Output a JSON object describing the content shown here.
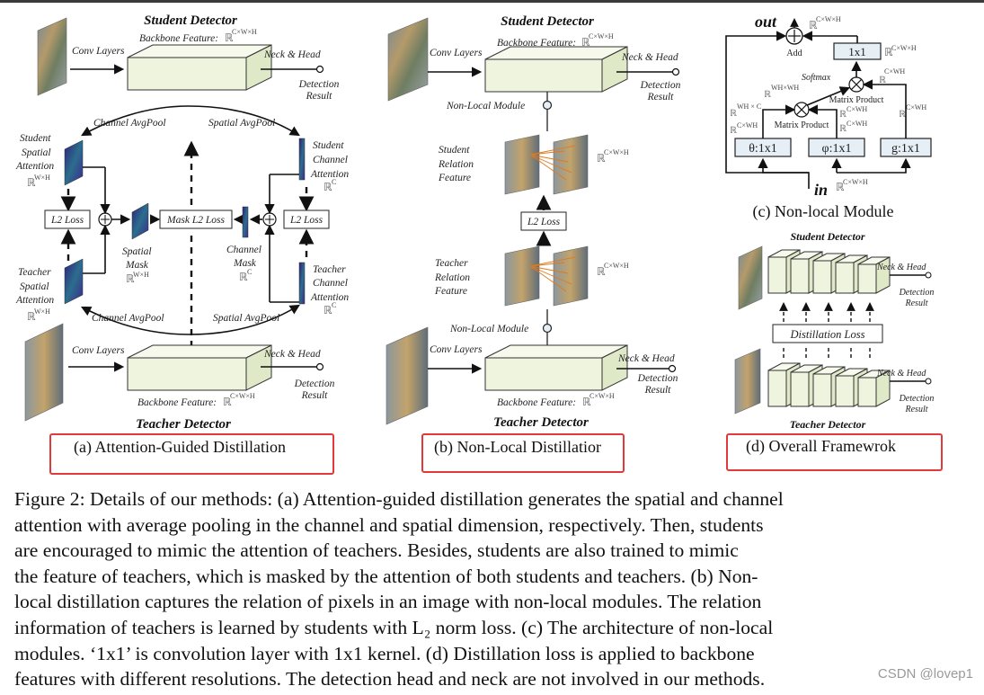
{
  "figure": {
    "a": {
      "student_title": "Student Detector",
      "teacher_title": "Teacher Detector",
      "conv_layers": "Conv Layers",
      "backbone_feature": "Backbone Feature:",
      "neck_head": "Neck & Head",
      "detection": "Detection",
      "result": "Result",
      "channel_avgpool": "Channel AvgPool",
      "spatial_avgpool": "Spatial AvgPool",
      "student_spatial_attention": [
        "Student",
        "Spatial",
        "Attention"
      ],
      "student_channel_attention": [
        "Student",
        "Channel",
        "Attention"
      ],
      "teacher_spatial_attention": [
        "Teacher",
        "Spatial",
        "Attention"
      ],
      "teacher_channel_attention": [
        "Teacher",
        "Channel",
        "Attention"
      ],
      "spatial_mask": [
        "Spatial",
        "Mask"
      ],
      "channel_mask": [
        "Channel",
        "Mask"
      ],
      "l2_loss": "L2 Loss",
      "mask_l2_loss": "Mask L2 Loss",
      "dim_cwh": "C×W×H",
      "dim_wh": "W×H",
      "dim_c": "C",
      "R": "ℝ",
      "caption": "(a) Attention-Guided Distillation"
    },
    "b": {
      "student_title": "Student Detector",
      "teacher_title": "Teacher Detector",
      "conv_layers": "Conv Layers",
      "backbone_feature": "Backbone Feature:",
      "neck_head": "Neck & Head",
      "detection": "Detection",
      "result": "Result",
      "non_local_module": "Non-Local Module",
      "student_relation": [
        "Student",
        "Relation",
        "Feature"
      ],
      "teacher_relation": [
        "Teacher",
        "Relation",
        "Feature"
      ],
      "l2_loss": "L2 Loss",
      "dim_cwh": "C×W×H",
      "R": "ℝ",
      "caption": "(b) Non-Local Distillatior"
    },
    "c": {
      "out": "out",
      "in": "in",
      "add": "Add",
      "conv_1x1": "1x1",
      "softmax": "Softmax",
      "matrix_product": "Matrix Product",
      "theta": "θ:1x1",
      "phi": "φ:1x1",
      "g": "g:1x1",
      "dim_cwh": "C×W×H",
      "dim_whwh": "WH×WH",
      "dim_whc": "WH × C",
      "dim_cwh2": "C×WH",
      "R": "ℝ",
      "caption": "(c) Non-local Module"
    },
    "d": {
      "student_title": "Student Detector",
      "teacher_title": "Teacher Detector",
      "neck_head": "Neck & Head",
      "detection": "Detection",
      "result": "Result",
      "distillation_loss": "Distillation Loss",
      "caption": "(d) Overall Framewrok"
    }
  },
  "paragraph_lines": [
    "Figure 2: Details of our methods: (a) Attention-guided distillation generates the spatial and channel",
    "attention with average pooling in the channel and spatial dimension, respectively.  Then, students",
    "are encouraged to mimic the attention of teachers.  Besides, students are also trained to mimic",
    "the feature of teachers, which is masked by the attention of both students and teachers.  (b) Non-",
    "local distillation captures the relation of pixels in an image with non-local modules.  The relation",
    "information of teachers is learned by students with L₂ norm loss.  (c) The architecture of non-local",
    "modules.  ‘1x1’ is convolution layer with 1x1 kernel.  (d) Distillation loss is applied to backbone",
    "features with different resolutions. The detection head and neck are not involved in our methods."
  ],
  "watermark": "CSDN @lovep1",
  "colors": {
    "caption_border": "#e03a3a",
    "feature_box": "#eef4de",
    "attention_map": "#3b2a8a"
  }
}
